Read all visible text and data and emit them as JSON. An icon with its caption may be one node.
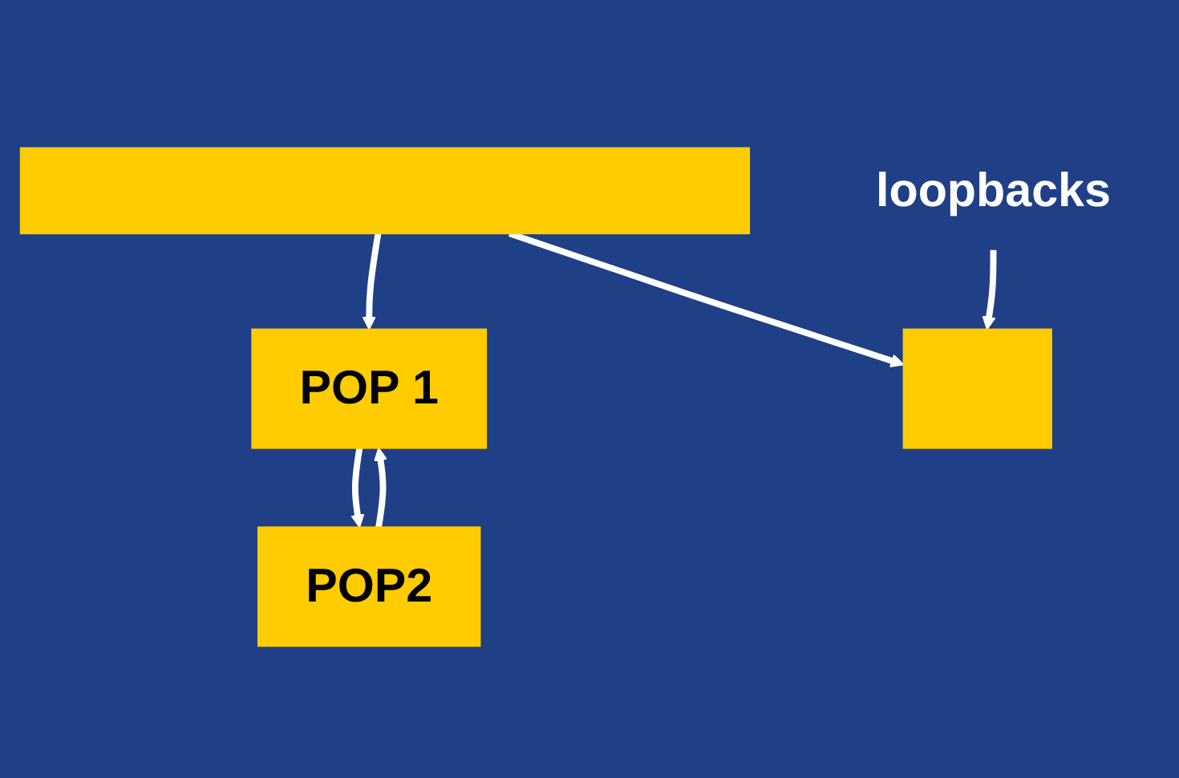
{
  "diagram": {
    "nodes": [
      {
        "text": [],
        "shape": "bar"
      },
      {
        "text": [
          "POP 1"
        ]
      },
      {
        "text": [
          "POP2"
        ]
      },
      {
        "text": [],
        "shape": "box"
      },
      {
        "text": [
          "loopbacks"
        ]
      }
    ],
    "edges": [
      {
        "from": 0,
        "to": 1,
        "arrow": "to"
      },
      {
        "from": 0,
        "to": 3,
        "arrow": "to"
      },
      {
        "from": 4,
        "to": 3,
        "arrow": "to"
      },
      {
        "from": 1,
        "to": 2,
        "arrow": "to"
      },
      {
        "from": 2,
        "to": 1,
        "arrow": "to"
      }
    ]
  }
}
